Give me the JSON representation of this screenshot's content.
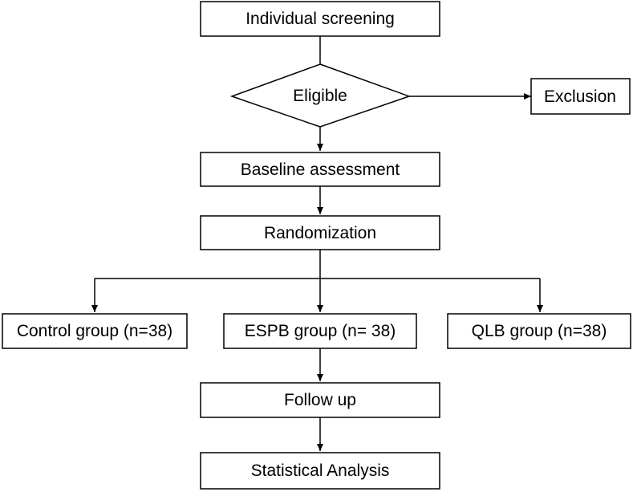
{
  "flowchart": {
    "screening": "Individual screening",
    "eligible": "Eligible",
    "exclusion": "Exclusion",
    "baseline": "Baseline assessment",
    "randomization": "Randomization",
    "control_group": "Control group (n=38)",
    "espb_group": "ESPB group (n= 38)",
    "qlb_group": "QLB group (n=38)",
    "follow_up": "Follow up",
    "analysis": "Statistical Analysis"
  },
  "colors": {
    "stroke": "#000000",
    "fill": "#ffffff",
    "text": "#000000"
  }
}
